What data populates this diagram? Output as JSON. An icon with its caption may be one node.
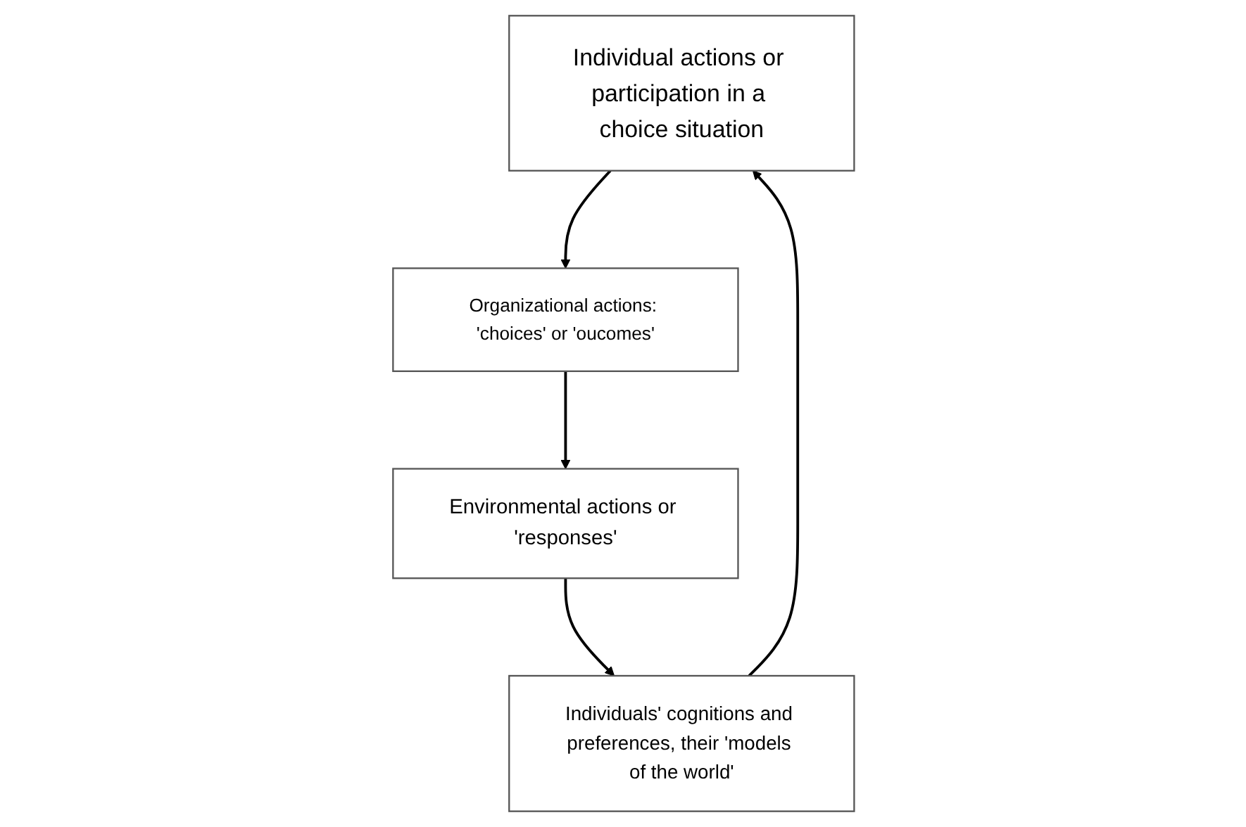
{
  "diagram": {
    "nodes": [
      {
        "text": [
          "Individual actions or participation in a choice situation"
        ]
      },
      {
        "text": [
          "Individuals' cognitions and preferences, their 'models of the world'"
        ]
      },
      {
        "text": [
          "Organizational actions: 'choices' or 'oucomes'"
        ]
      },
      {
        "text": [
          "Environmental actions or 'responses'"
        ]
      }
    ],
    "edges": [
      {
        "from": 0,
        "to": 2,
        "arrow": "to"
      },
      {
        "from": 2,
        "to": 3,
        "arrow": "to"
      },
      {
        "from": 3,
        "to": 1,
        "arrow": "to"
      },
      {
        "from": 1,
        "to": 0,
        "arrow": "to"
      }
    ]
  }
}
